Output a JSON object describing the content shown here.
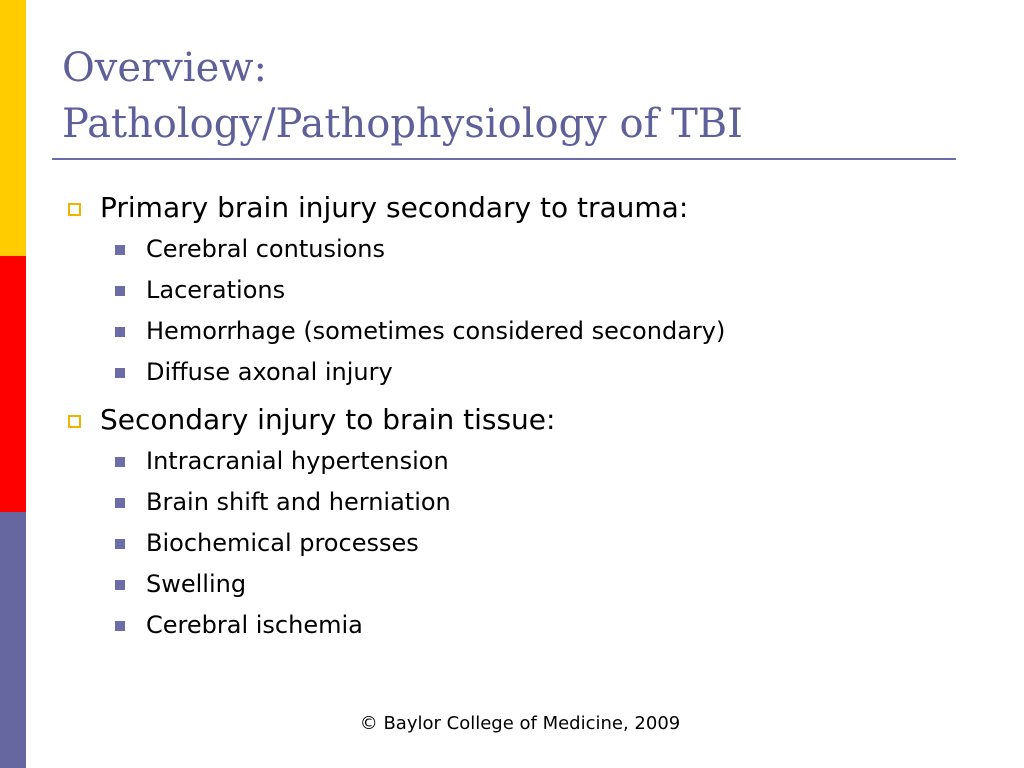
{
  "slide": {
    "title_lines": [
      "Overview:",
      "Pathology/Pathophysiology of TBI"
    ],
    "sections": [
      {
        "heading": "Primary brain injury secondary to trauma:",
        "items": [
          "Cerebral contusions",
          "Lacerations",
          "Hemorrhage (sometimes considered secondary)",
          "Diffuse axonal injury"
        ]
      },
      {
        "heading": "Secondary injury to brain tissue:",
        "items": [
          "Intracranial hypertension",
          "Brain shift and herniation",
          "Biochemical processes",
          "Swelling",
          "Cerebral ischemia"
        ]
      }
    ],
    "footer": "© Baylor College of Medicine, 2009"
  },
  "colors": {
    "title": "#5f5f9a",
    "side_bar": [
      "#ffcc00",
      "#ff0000",
      "#6666a0"
    ],
    "level1_bullet": "#f0b400",
    "level2_bullet": "#6c6ca8"
  }
}
